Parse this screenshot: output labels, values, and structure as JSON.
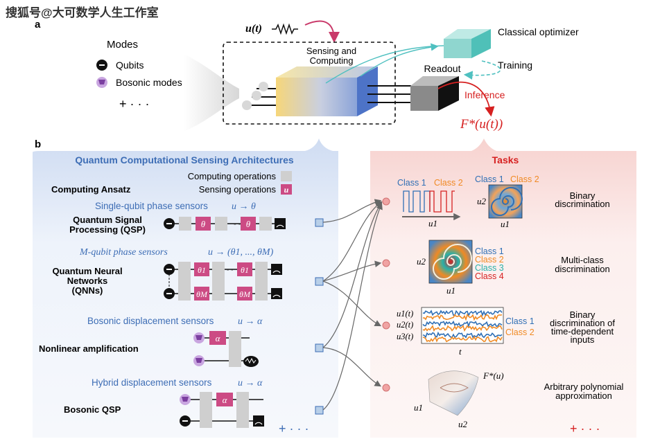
{
  "watermark": "搜狐号@大可数学人生工作室",
  "panel_a": {
    "label": "a",
    "input_signal": "u(t)",
    "modes_title": "Modes",
    "mode_items": [
      "Qubits",
      "Bosonic modes"
    ],
    "more": "+ · · ·",
    "box_title_line1": "Sensing and",
    "box_title_line2": "Computing",
    "readout": "Readout",
    "optimizer": "Classical optimizer",
    "training": "Training",
    "inference": "Inference",
    "output": "F*(u(t))",
    "colors": {
      "accent_pink": "#c93a6a",
      "inference_red": "#d62020",
      "teal": "#4fc0c0"
    }
  },
  "panel_b": {
    "label": "b",
    "left_title": "Quantum Computational Sensing Architectures",
    "legend_computing": "Computing operations",
    "legend_sensing": "Sensing operations",
    "legend_sensing_symbol": "u",
    "computing_ansatz": "Computing Ansatz",
    "architectures": [
      {
        "sensor": "Single-qubit phase sensors",
        "map": "u → θ",
        "name_lines": [
          "Quantum Signal",
          "Processing (QSP)"
        ],
        "gate": "θ"
      },
      {
        "sensor": "M-qubit phase sensors",
        "map": "u → (θ1, ..., θM)",
        "name_lines": [
          "Quantum Neural",
          "Networks",
          "(QNNs)"
        ],
        "gate_top": "θ1",
        "gate_bottom": "θM"
      },
      {
        "sensor": "Bosonic displacement sensors",
        "map": "u → α",
        "name_lines": [
          "Nonlinear amplification"
        ],
        "gate": "α"
      },
      {
        "sensor": "Hybrid displacement sensors",
        "map": "u → α",
        "name_lines": [
          "Bosonic QSP"
        ],
        "gate": "α"
      }
    ],
    "left_more": "+ · · ·",
    "right_title": "Tasks",
    "tasks": [
      {
        "lines": [
          "Binary",
          "discrimination"
        ],
        "legend": [
          "Class 1",
          "Class 2"
        ],
        "axis_x": "u1",
        "axis_y": "u2",
        "axis_x2": "u1"
      },
      {
        "lines": [
          "Multi-class",
          "discrimination"
        ],
        "legend": [
          "Class 1",
          "Class 2",
          "Class 3",
          "Class 4"
        ],
        "axis_x": "u1",
        "axis_y": "u2"
      },
      {
        "lines": [
          "Binary",
          "discrimination of",
          "time-dependent",
          "inputs"
        ],
        "legend": [
          "Class 1",
          "Class 2"
        ],
        "rows": [
          "u1(t)",
          "u2(t)",
          "u3(t)"
        ],
        "axis_x": "t"
      },
      {
        "lines": [
          "Arbitrary polynomial",
          "approximation"
        ],
        "surface_label": "F*(u)",
        "axis_x": "u1",
        "axis_y": "u2"
      }
    ],
    "right_more": "+ · · ·",
    "colors": {
      "blue_text": "#3d6db5",
      "class1": "#2f6fb5",
      "class2": "#f08a24",
      "class3": "#28b0a8",
      "class4": "#d62020",
      "gate_pink": "#cc4b84",
      "gate_grey": "#cfcfcf"
    }
  }
}
